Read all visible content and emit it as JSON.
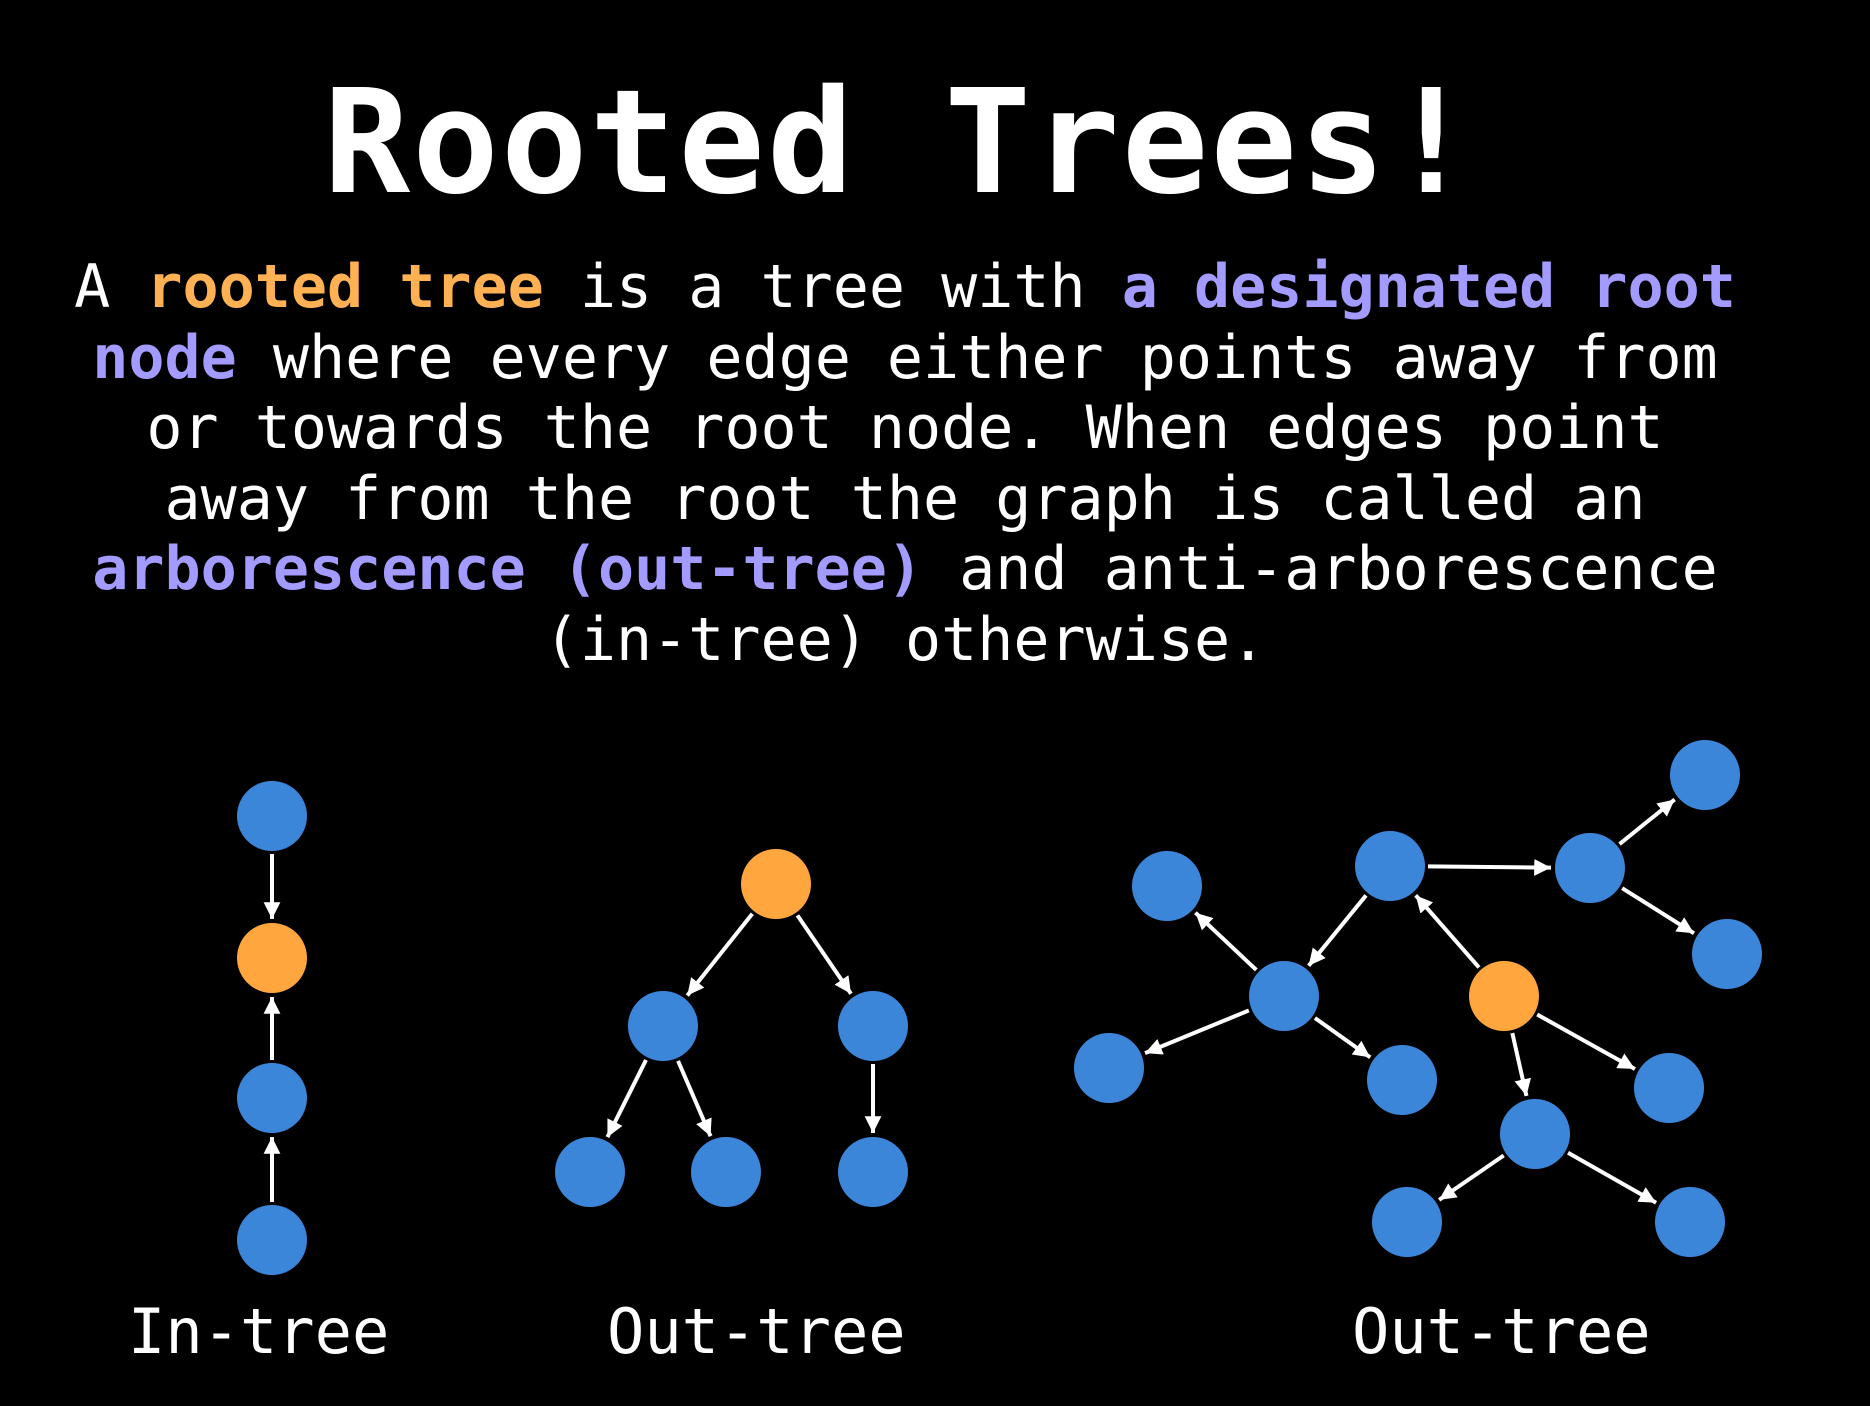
{
  "title": "Rooted Trees!",
  "definition": {
    "p1": "A ",
    "term1": "rooted tree",
    "p2": " is a tree with ",
    "term2a": "a designated root",
    "term2b": "node",
    "p3a": " where every edge either points away from",
    "p3b": "or towards the root node. When edges point",
    "p3c": "away from the root the graph is called an",
    "term3": "arborescence (out-tree)",
    "p4a": " and anti-arborescence",
    "p4b": "(in-tree) otherwise."
  },
  "colors": {
    "background": "#000000",
    "text": "#ffffff",
    "root_node": "#FFA63F",
    "node": "#3C86D9",
    "edge": "#ffffff",
    "highlight_orange": "#FFB154",
    "highlight_purple": "#A39BFF"
  },
  "diagrams": [
    {
      "caption": "In-tree",
      "nodes": [
        {
          "id": "a",
          "root": false
        },
        {
          "id": "r",
          "root": true
        },
        {
          "id": "b",
          "root": false
        },
        {
          "id": "c",
          "root": false
        }
      ],
      "edges": [
        [
          "a",
          "r"
        ],
        [
          "b",
          "r"
        ],
        [
          "c",
          "b"
        ]
      ]
    },
    {
      "caption": "Out-tree",
      "nodes": [
        {
          "id": "r",
          "root": true
        },
        {
          "id": "l",
          "root": false
        },
        {
          "id": "rr",
          "root": false
        },
        {
          "id": "ll",
          "root": false
        },
        {
          "id": "lr",
          "root": false
        },
        {
          "id": "rb",
          "root": false
        }
      ],
      "edges": [
        [
          "r",
          "l"
        ],
        [
          "r",
          "rr"
        ],
        [
          "l",
          "ll"
        ],
        [
          "l",
          "lr"
        ],
        [
          "rr",
          "rb"
        ]
      ]
    },
    {
      "caption": "Out-tree",
      "nodes": [
        {
          "id": "r",
          "root": true
        },
        {
          "id": "t",
          "root": false
        },
        {
          "id": "tr",
          "root": false
        },
        {
          "id": "tru",
          "root": false
        },
        {
          "id": "trd",
          "root": false
        },
        {
          "id": "m",
          "root": false
        },
        {
          "id": "ml",
          "root": false
        },
        {
          "id": "mll",
          "root": false
        },
        {
          "id": "mr",
          "root": false
        },
        {
          "id": "rr",
          "root": false
        },
        {
          "id": "b",
          "root": false
        },
        {
          "id": "bl",
          "root": false
        },
        {
          "id": "br",
          "root": false
        }
      ],
      "edges": [
        [
          "r",
          "t"
        ],
        [
          "t",
          "tr"
        ],
        [
          "tr",
          "tru"
        ],
        [
          "tr",
          "trd"
        ],
        [
          "t",
          "m"
        ],
        [
          "m",
          "ml"
        ],
        [
          "m",
          "mll"
        ],
        [
          "m",
          "mr"
        ],
        [
          "r",
          "rr"
        ],
        [
          "r",
          "b"
        ],
        [
          "b",
          "bl"
        ],
        [
          "b",
          "br"
        ]
      ]
    }
  ]
}
